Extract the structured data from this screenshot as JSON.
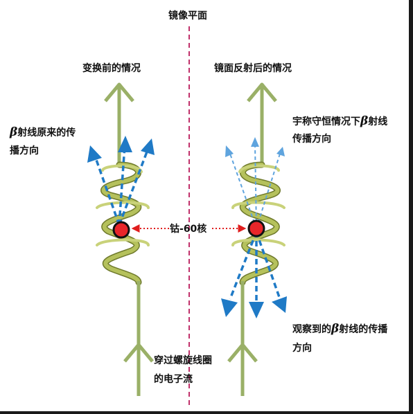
{
  "labels": {
    "mirror_plane": "镜像平面",
    "before": "变换前的情况",
    "after": "镜面反射后的情况",
    "beta_original_a": "β",
    "beta_original_b": "射线原来的传",
    "beta_original_c": "播方向",
    "parity_a": "宇称守恒情况下",
    "parity_b": "β",
    "parity_c": "射线",
    "parity_d": "传播方向",
    "cobalt": "钴-60核",
    "observed_a": "观察到的",
    "observed_b": "β",
    "observed_c": "射线的传播",
    "observed_d": "方向",
    "electron_a": "穿过螺旋线圈",
    "electron_b": "的电子流"
  },
  "colors": {
    "mirror_line": "#c0306a",
    "wire": "#9ab067",
    "coil": "#a8b454",
    "coil_dark": "#6f7a2c",
    "arrow_blue": "#1f7ac6",
    "nucleus": "#e8262a",
    "dotted_red": "#e01d1d"
  }
}
